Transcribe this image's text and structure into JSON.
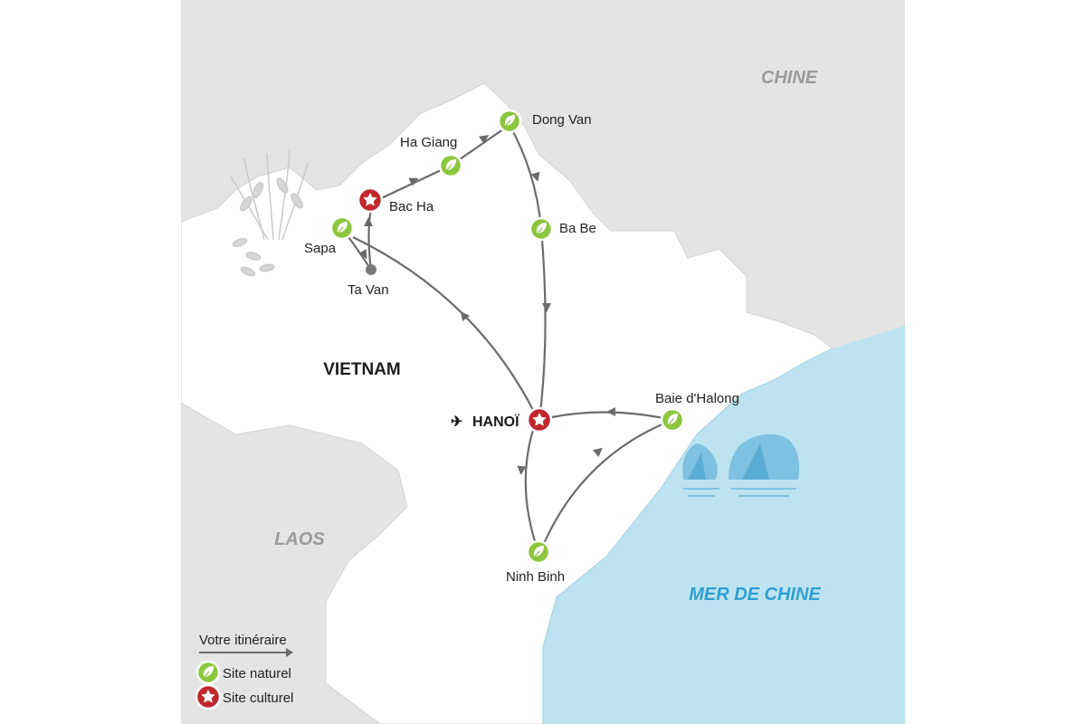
{
  "colors": {
    "land_other": "#e4e4e4",
    "land_vietnam": "#ffffff",
    "sea": "#bde3f1",
    "route": "#6b6b6b",
    "natural": "#8cc63f",
    "cultural": "#c1272d"
  },
  "labels": {
    "chine": "CHINE",
    "laos": "LAOS",
    "vietnam": "VIETNAM",
    "sea": "MER DE CHINE"
  },
  "capital": {
    "name": "HANOÏ",
    "icon": "airplane-icon",
    "glyph": "✈",
    "type": "cultural"
  },
  "stops": [
    {
      "name": "Dong Van",
      "type": "natural"
    },
    {
      "name": "Ha Giang",
      "type": "natural"
    },
    {
      "name": "Bac Ha",
      "type": "cultural"
    },
    {
      "name": "Sapa",
      "type": "natural"
    },
    {
      "name": "Ta Van",
      "type": "waypoint"
    },
    {
      "name": "Ba Be",
      "type": "natural"
    },
    {
      "name": "Baie d'Halong",
      "type": "natural"
    },
    {
      "name": "Ninh Binh",
      "type": "natural"
    }
  ],
  "legend": {
    "route_label": "Votre itinéraire",
    "natural_label": "Site naturel",
    "cultural_label": "Site culturel"
  }
}
